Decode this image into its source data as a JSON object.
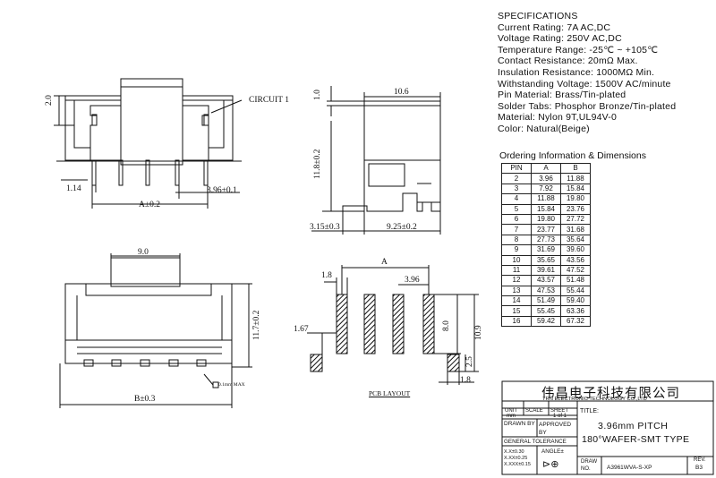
{
  "specs": {
    "title": "SPECIFICATIONS",
    "lines": [
      "Current Rating: 7A AC,DC",
      "Voltage Rating: 250V AC,DC",
      "Temperature Range: -25℃ ~ +105℃",
      "Contact Resistance: 20mΩ Max.",
      "Insulation Resistance: 1000MΩ Min.",
      "Withstanding Voltage: 1500V AC/minute",
      "Pin Material: Brass/Tin-plated",
      "Solder Tabs: Phosphor Bronze/Tin-plated",
      "Material: Nylon 9T,UL94V-0",
      "Color: Natural(Beige)"
    ]
  },
  "ordering": {
    "title": "Ordering Information & Dimensions",
    "headers": [
      "PIN",
      "A",
      "B"
    ],
    "rows": [
      [
        "2",
        "3.96",
        "11.88"
      ],
      [
        "3",
        "7.92",
        "15.84"
      ],
      [
        "4",
        "11.88",
        "19.80"
      ],
      [
        "5",
        "15.84",
        "23.76"
      ],
      [
        "6",
        "19.80",
        "27.72"
      ],
      [
        "7",
        "23.77",
        "31.68"
      ],
      [
        "8",
        "27.73",
        "35.64"
      ],
      [
        "9",
        "31.69",
        "39.60"
      ],
      [
        "10",
        "35.65",
        "43.56"
      ],
      [
        "11",
        "39.61",
        "47.52"
      ],
      [
        "12",
        "43.57",
        "51.48"
      ],
      [
        "13",
        "47.53",
        "55.44"
      ],
      [
        "14",
        "51.49",
        "59.40"
      ],
      [
        "15",
        "55.45",
        "63.36"
      ],
      [
        "16",
        "59.42",
        "67.32"
      ]
    ]
  },
  "dims": {
    "circuit1": "CIRCUIT 1",
    "d20": "2.0",
    "d114": "1.14",
    "d396a": "3.96±0.1",
    "dA02": "A±0.2",
    "d106": "10.6",
    "d10": "1.0",
    "d118": "11.8±0.2",
    "d315": "3.15±0.3",
    "d925": "9.25±0.2",
    "d90": "9.0",
    "d117": "11.7±0.2",
    "dB03": "B±0.3",
    "dmax": "0.1mm MAX",
    "pA": "A",
    "p18a": "1.8",
    "p396": "3.96",
    "p167": "1.67",
    "p80": "8.0",
    "p109": "10.9",
    "p25": "2.5",
    "p18b": "1.8",
    "pcb": "PCB LAYOUT"
  },
  "titleblock": {
    "company_cn": "伟昌电子科技有限公司",
    "company_en": "TRN ELECTRONIC TECHNOLOGY CO.,LTD",
    "unit": "UNIT",
    "scale": "SCALE",
    "sheet": "SHEET",
    "title_lbl": "TITLE:",
    "mm": "mm",
    "sheet_val": "1 of 1",
    "drawn_by": "DRAWN BY",
    "approved_by": "APPROVED BY",
    "title1": "3.96mm PITCH",
    "title2": "180°WAFER-SMT TYPE",
    "general_tol": "GENERAL TOLERANCE",
    "tol1": "X.X±0.30",
    "tol2": "X.XX±0.25",
    "tol3": "X.XXX±0.15",
    "angle": "ANGLE±",
    "draw_no": "DRAW NO.",
    "part_no": "A3961WVA-S-XP",
    "rev": "REV.",
    "rev_val": "B3"
  }
}
